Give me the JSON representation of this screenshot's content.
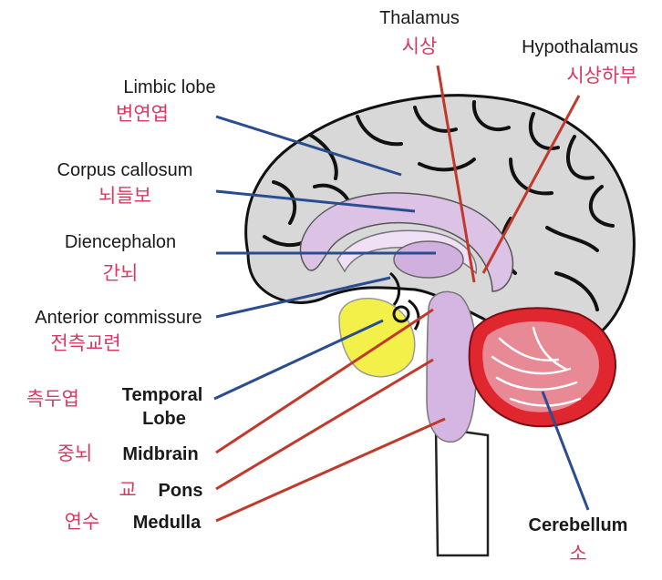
{
  "labels": {
    "thalamus": {
      "en": "Thalamus",
      "ko": "시상"
    },
    "hypothalamus": {
      "en": "Hypothalamus",
      "ko": "시상하부"
    },
    "limbic_lobe": {
      "en": "Limbic lobe",
      "ko": "변연엽"
    },
    "corpus_callosum": {
      "en": "Corpus callosum",
      "ko": "뇌들보"
    },
    "diencephalon": {
      "en": "Diencephalon",
      "ko": "간뇌"
    },
    "anterior_commissure": {
      "en": "Anterior commissure",
      "ko": "전측교련"
    },
    "temporal_lobe": {
      "en_line1": "Temporal",
      "en_line2": "Lobe",
      "ko": "측두엽"
    },
    "midbrain": {
      "en": "Midbrain",
      "ko": "중뇌"
    },
    "pons": {
      "en": "Pons",
      "ko": "교"
    },
    "medulla": {
      "en": "Medulla",
      "ko": "연수"
    },
    "cerebellum": {
      "en": "Cerebellum",
      "ko": "소"
    }
  },
  "colors": {
    "cerebrum": "#d8d8d8",
    "sulci": "#111111",
    "limbic": "#dcc3e6",
    "brainstem": "#d5b6e2",
    "temporal": "#f3f04a",
    "cerebellum_outer": "#e0262e",
    "cerebellum_inner": "#e88a95",
    "blue_line": "#2a4d8f",
    "red_line": "#c0392b",
    "korean_text": "#d63a63"
  }
}
